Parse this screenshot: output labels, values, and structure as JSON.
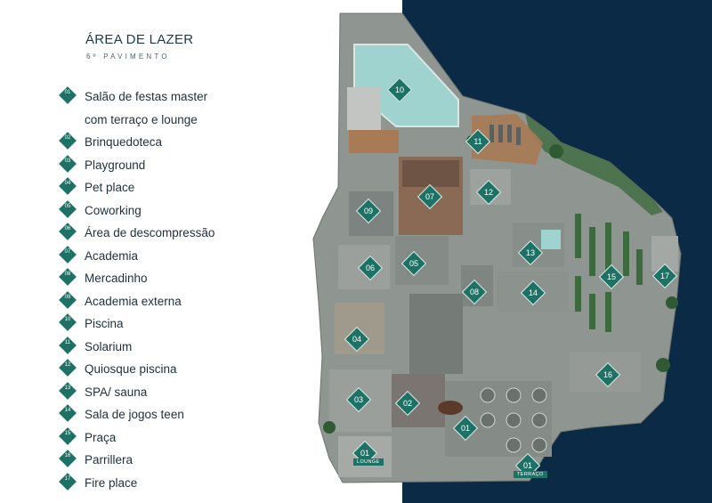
{
  "title": "ÁREA DE LAZER",
  "subtitle": "6º PAVIMENTO",
  "colors": {
    "accent": "#1d7265",
    "navy": "#0b2a45",
    "text": "#1f2f3b",
    "pool": "#9ed3cf",
    "floor": "#8f9590",
    "deck": "#a87a55",
    "garden": "#3d6a3f"
  },
  "legend": [
    {
      "num": "01",
      "label": "Salão de festas master com terraço e lounge"
    },
    {
      "num": "02",
      "label": "Brinquedoteca"
    },
    {
      "num": "03",
      "label": "Playground"
    },
    {
      "num": "04",
      "label": "Pet place"
    },
    {
      "num": "05",
      "label": "Coworking"
    },
    {
      "num": "06",
      "label": "Área de descompressão"
    },
    {
      "num": "07",
      "label": "Academia"
    },
    {
      "num": "08",
      "label": "Mercadinho"
    },
    {
      "num": "09",
      "label": "Academia externa"
    },
    {
      "num": "10",
      "label": "Piscina"
    },
    {
      "num": "11",
      "label": "Solarium"
    },
    {
      "num": "12",
      "label": "Quiosque piscina"
    },
    {
      "num": "13",
      "label": "SPA/ sauna"
    },
    {
      "num": "14",
      "label": "Sala de jogos teen"
    },
    {
      "num": "15",
      "label": "Praça"
    },
    {
      "num": "16",
      "label": "Parrillera"
    },
    {
      "num": "17",
      "label": "Fire place"
    }
  ],
  "plan": {
    "markers": [
      "10",
      "11",
      "07",
      "12",
      "09",
      "13",
      "06",
      "05",
      "15",
      "17",
      "08",
      "14",
      "04",
      "16",
      "03",
      "02",
      "01",
      "01",
      "01"
    ],
    "lounge_tag": "LOUNGE",
    "terraco_tag": "TERRAÇO"
  }
}
